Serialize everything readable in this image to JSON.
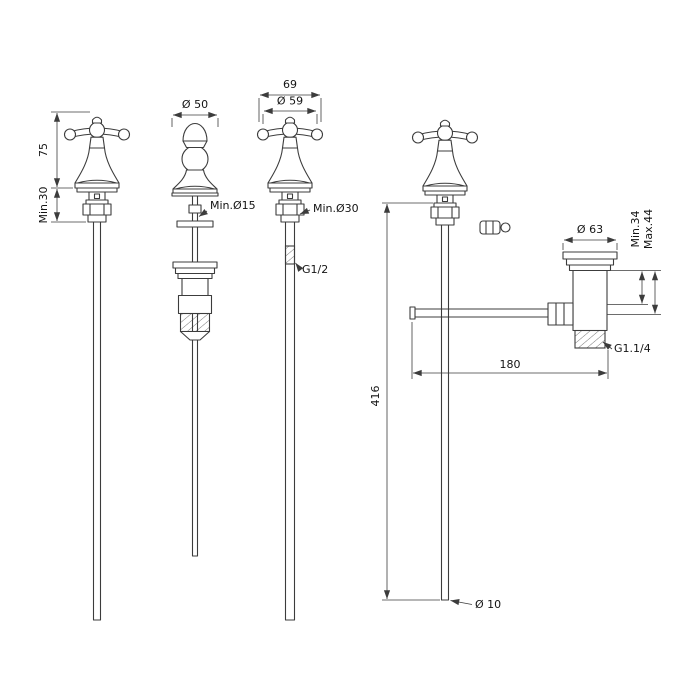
{
  "colors": {
    "background": "#ffffff",
    "line": "#3c3c3c",
    "text": "#141414"
  },
  "labels": {
    "valve_left_height": "75",
    "valve_left_min_depth": "Min.30",
    "spout_diameter": "Ø 50",
    "popup_rod_min_diameter": "Min.Ø15",
    "valve_right_width": "69",
    "valve_right_diameter": "Ø 59",
    "valve_right_min_hole": "Min.Ø30",
    "valve_right_thread": "G1/2",
    "drain_flange_diameter": "Ø 63",
    "drain_min_deck": "Min.34",
    "drain_max_deck": "Max.44",
    "drain_thread": "G1.1/4",
    "drain_offset": "180",
    "pull_rod_length": "416",
    "pull_rod_diameter": "Ø 10"
  }
}
